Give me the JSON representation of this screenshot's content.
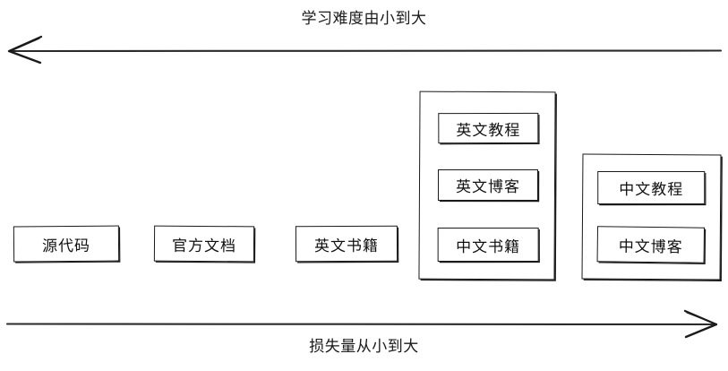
{
  "diagram": {
    "top_axis": {
      "label": "学习难度由小到大",
      "direction": "left",
      "arrow_name": "difficulty-axis-arrow"
    },
    "bottom_axis": {
      "label": "损失量从小到大",
      "direction": "right",
      "arrow_name": "loss-axis-arrow"
    },
    "nodes": [
      {
        "id": "source-code",
        "label": "源代码"
      },
      {
        "id": "official-docs",
        "label": "官方文档"
      },
      {
        "id": "english-books",
        "label": "英文书籍"
      }
    ],
    "groups": [
      {
        "id": "group-english-mid",
        "items": [
          {
            "id": "english-tutorial",
            "label": "英文教程"
          },
          {
            "id": "english-blog",
            "label": "英文博客"
          },
          {
            "id": "chinese-books",
            "label": "中文书籍"
          }
        ]
      },
      {
        "id": "group-chinese",
        "items": [
          {
            "id": "chinese-tutorial",
            "label": "中文教程"
          },
          {
            "id": "chinese-blog",
            "label": "中文博客"
          }
        ]
      }
    ],
    "colors": {
      "stroke": "#1a1a1a",
      "text": "#111111",
      "background": "#ffffff"
    }
  }
}
